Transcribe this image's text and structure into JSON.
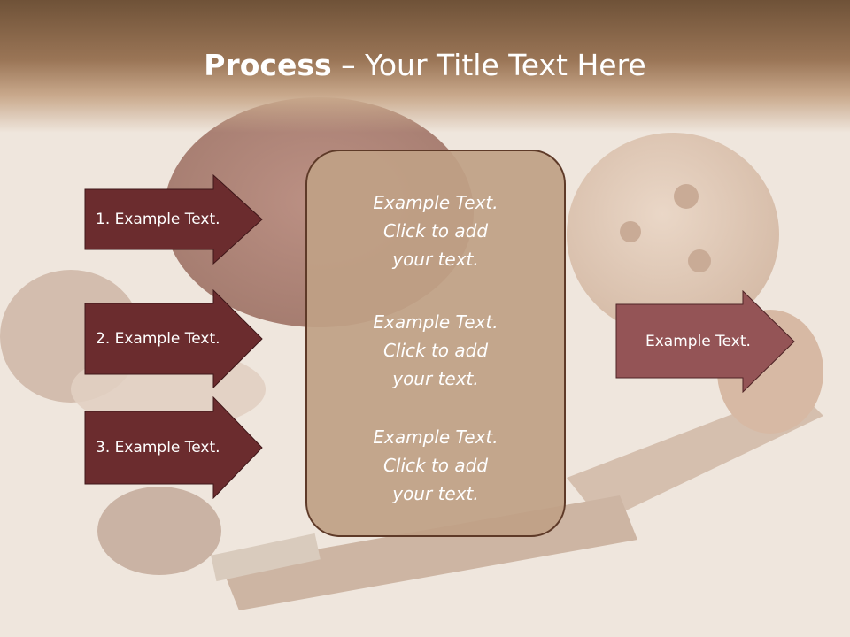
{
  "slide": {
    "title_bold": "Process",
    "title_rest": " – Your Title Text Here"
  },
  "left_arrows": [
    {
      "label": "1. Example Text."
    },
    {
      "label": "2. Example Text."
    },
    {
      "label": "3. Example Text."
    }
  ],
  "center_panel": {
    "paragraphs": [
      [
        "Example Text.",
        "Click  to add",
        "your text."
      ],
      [
        "Example Text.",
        "Click  to add",
        "your text."
      ],
      [
        "Example Text.",
        "Click  to add",
        "your text."
      ]
    ]
  },
  "right_arrow": {
    "label": "Example Text."
  },
  "colors": {
    "left_arrow_fill": "#6b2c2e",
    "right_arrow_fill": "#945456",
    "panel_fill": "#bfa085",
    "panel_stroke": "#5e3a28"
  }
}
